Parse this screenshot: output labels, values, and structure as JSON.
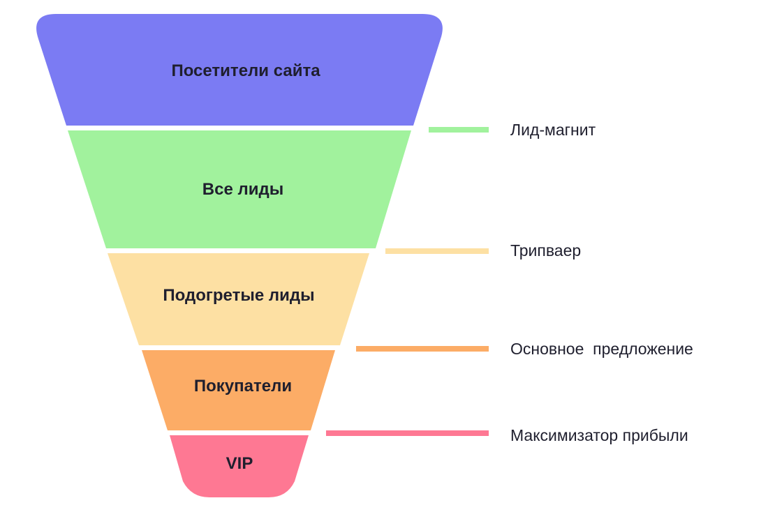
{
  "funnel": {
    "stages": [
      {
        "label": "Посетители сайта",
        "color": "#7b7bf3"
      },
      {
        "label": "Все лиды",
        "color": "#a1f29d"
      },
      {
        "label": "Подогретые лиды",
        "color": "#fde0a3"
      },
      {
        "label": "Покупатели",
        "color": "#fcac66"
      },
      {
        "label": "VIP",
        "color": "#fe7893"
      }
    ],
    "offers": [
      {
        "label": "Лид-магнит",
        "color": "#a1f29d"
      },
      {
        "label": "Трипваер",
        "color": "#fde0a3"
      },
      {
        "label": "Основное  предложение",
        "color": "#fcac66"
      },
      {
        "label": "Максимизатор прибыли",
        "color": "#fe7893"
      }
    ]
  }
}
